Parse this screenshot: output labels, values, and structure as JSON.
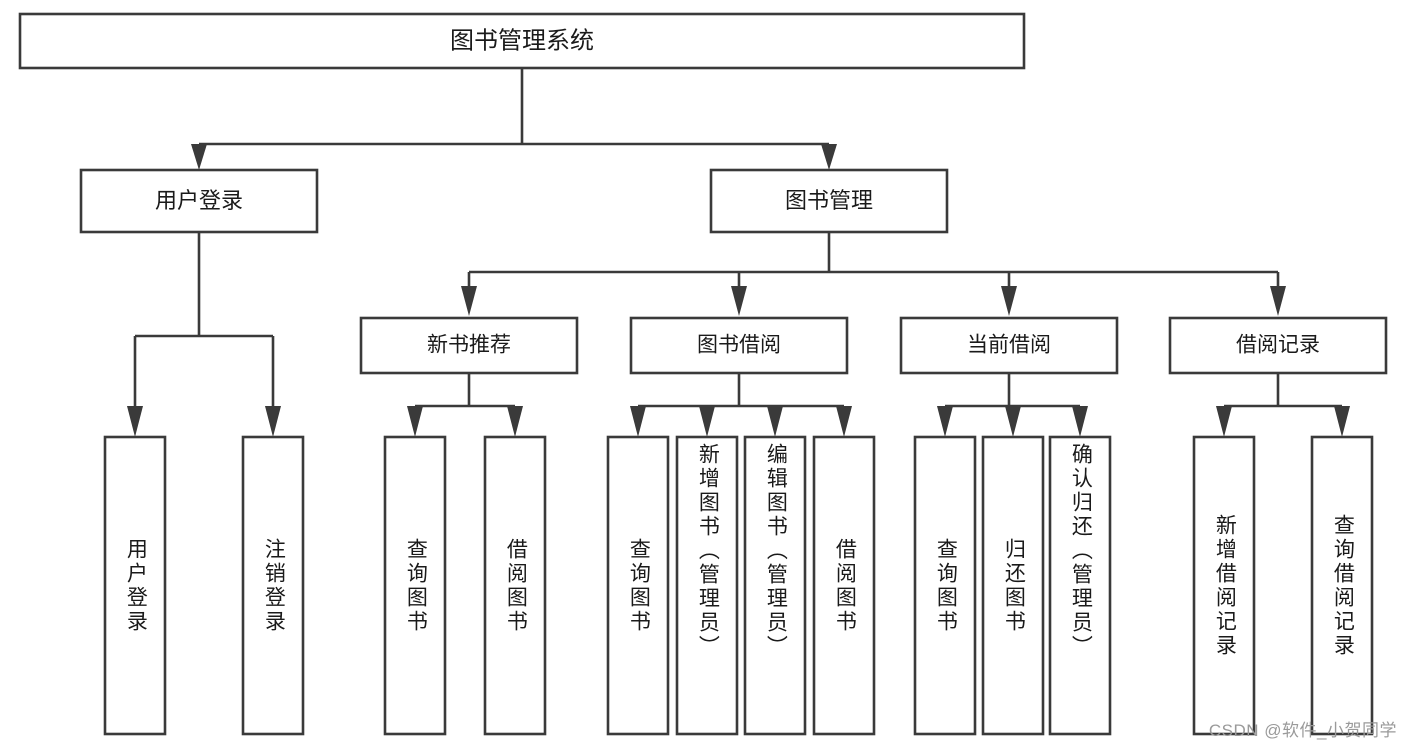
{
  "diagram": {
    "title": "图书管理系统",
    "type": "tree-hierarchy",
    "orientation": "top-down",
    "colors": {
      "box_stroke": "#3a3a3a",
      "box_fill": "#ffffff",
      "connector": "#3a3a3a",
      "text": "#1a1a1a",
      "watermark": "#9a9a9a",
      "background": "#ffffff"
    },
    "root": {
      "label": "图书管理系统"
    },
    "level2": [
      {
        "label": "用户登录"
      },
      {
        "label": "图书管理"
      }
    ],
    "level3": [
      {
        "label": "新书推荐"
      },
      {
        "label": "图书借阅"
      },
      {
        "label": "当前借阅"
      },
      {
        "label": "借阅记录"
      }
    ],
    "leaves_user_login": [
      {
        "label": "用户登录"
      },
      {
        "label": "注销登录"
      }
    ],
    "leaves_new_book": [
      {
        "label": "查询图书"
      },
      {
        "label": "借阅图书"
      }
    ],
    "leaves_borrow": [
      {
        "label": "查询图书"
      },
      {
        "label": "新增图书（管理员）"
      },
      {
        "label": "编辑图书（管理员）"
      },
      {
        "label": "借阅图书"
      }
    ],
    "leaves_current": [
      {
        "label": "查询图书"
      },
      {
        "label": "归还图书"
      },
      {
        "label": "确认归还（管理员）"
      }
    ],
    "leaves_records": [
      {
        "label": "新增借阅记录"
      },
      {
        "label": "查询借阅记录"
      }
    ]
  },
  "watermark": {
    "text": "CSDN @软件_小贺同学"
  }
}
